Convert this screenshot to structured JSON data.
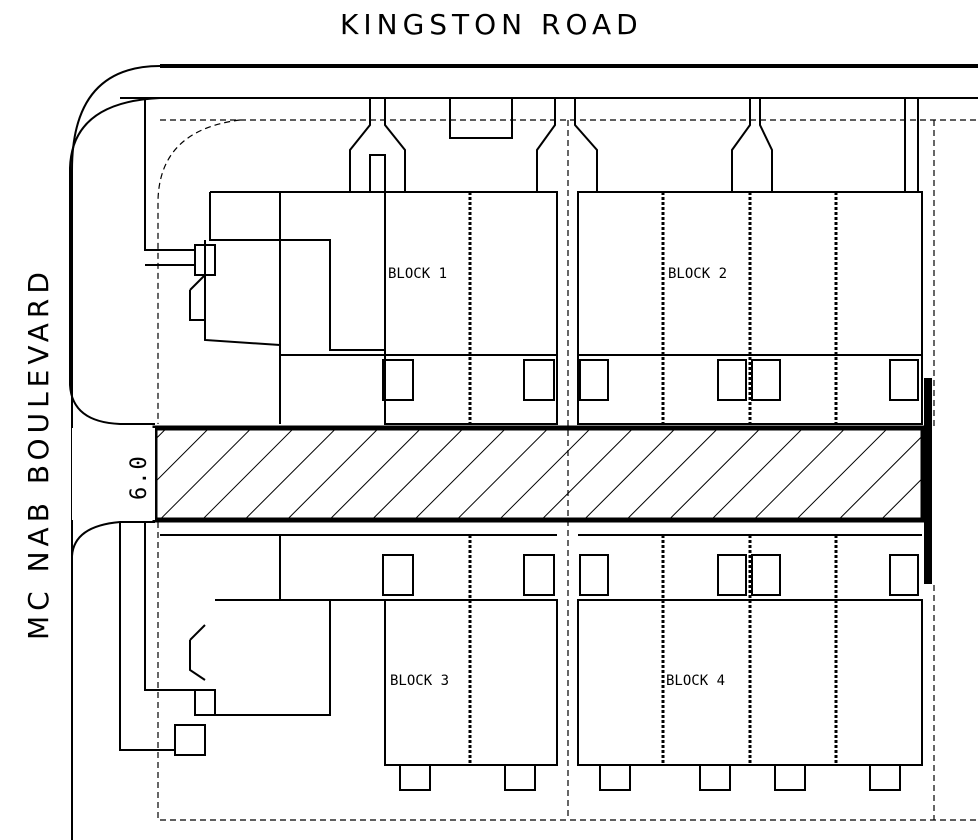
{
  "labels": {
    "kingston_road": "KINGSTON   ROAD",
    "mcnab_boulevard": "MC NAB   BOULEVARD",
    "lane_width": "6.0",
    "block_1": "BLOCK 1",
    "block_2": "BLOCK 2",
    "block_3": "BLOCK 3",
    "block_4": "BLOCK 4"
  },
  "colors": {
    "line": "#000000",
    "background": "#ffffff"
  }
}
